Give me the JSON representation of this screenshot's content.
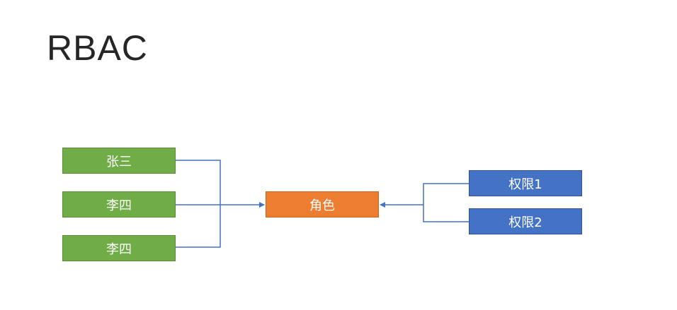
{
  "title": "RBAC",
  "users": [
    "张三",
    "李四",
    "李四"
  ],
  "role": "角色",
  "permissions": [
    "权限1",
    "权限2"
  ],
  "colors": {
    "user": "#70ad47",
    "role": "#ed7d31",
    "permission": "#4472c4",
    "connector": "#4472c4"
  }
}
